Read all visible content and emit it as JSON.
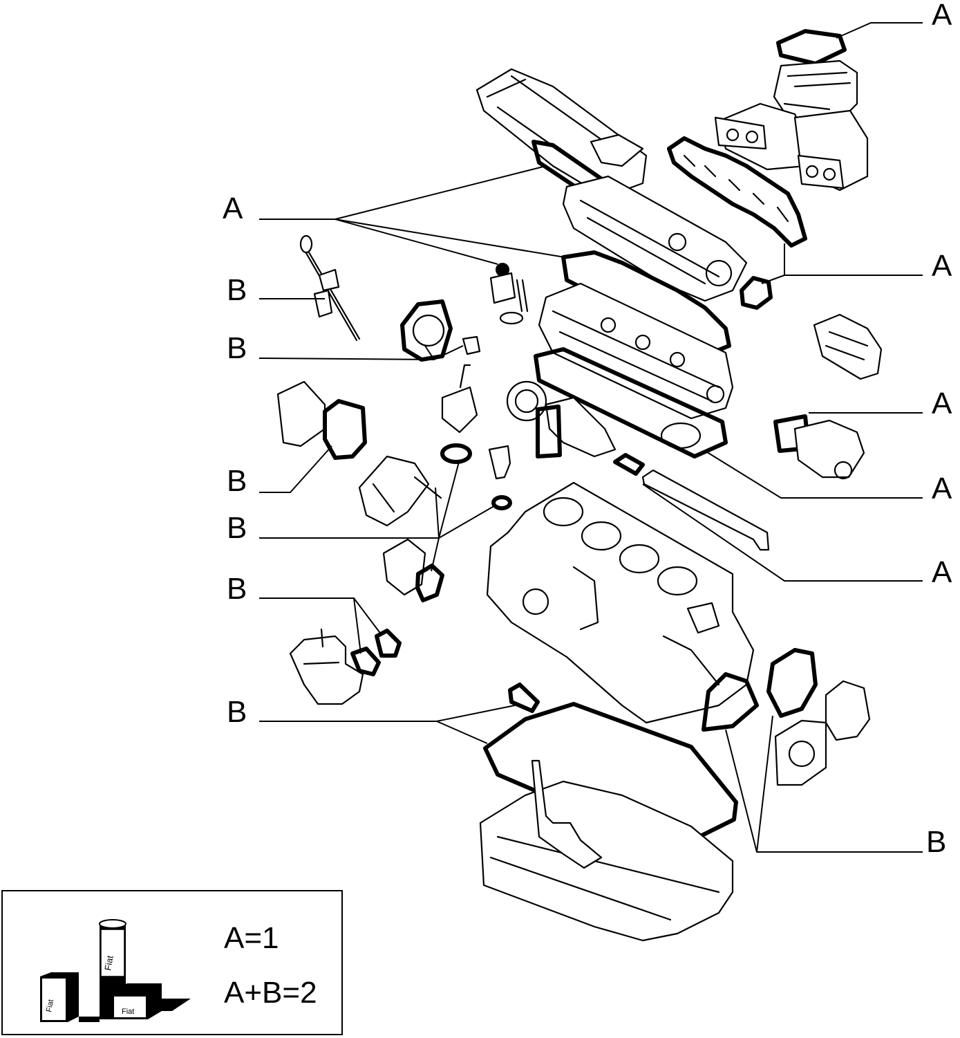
{
  "callouts": [
    {
      "id": "c1",
      "label": "A"
    },
    {
      "id": "c2",
      "label": "A"
    },
    {
      "id": "c3",
      "label": "A"
    },
    {
      "id": "c4",
      "label": "A"
    },
    {
      "id": "c5",
      "label": "A"
    },
    {
      "id": "c6",
      "label": "A"
    },
    {
      "id": "c7",
      "label": "B"
    },
    {
      "id": "c8",
      "label": "B"
    },
    {
      "id": "c9",
      "label": "B"
    },
    {
      "id": "c10",
      "label": "B"
    },
    {
      "id": "c11",
      "label": "B"
    },
    {
      "id": "c12",
      "label": "B"
    },
    {
      "id": "c13",
      "label": "B"
    }
  ],
  "legend": {
    "line1": "A=1",
    "line2": "A+B=2",
    "package_brand": "Fiat"
  },
  "colors": {
    "ink": "#000000",
    "paper": "#ffffff"
  }
}
